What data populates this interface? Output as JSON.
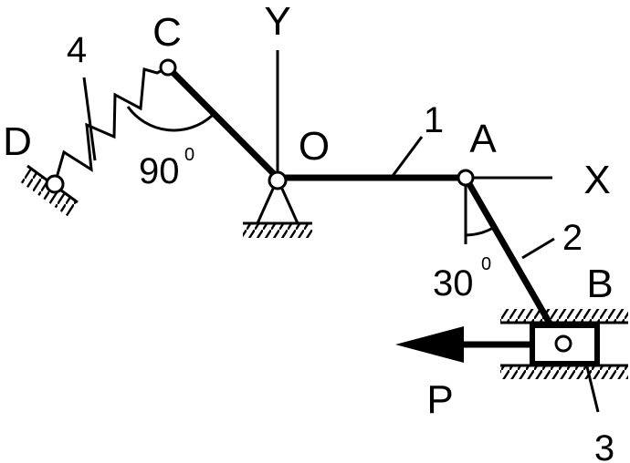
{
  "labels": {
    "y_axis": "Y",
    "x_axis": "X",
    "origin": "O",
    "point_a": "A",
    "point_b": "B",
    "point_c": "C",
    "point_d": "D",
    "link_1": "1",
    "link_2": "2",
    "slider_3": "3",
    "spring_4": "4",
    "force": "P",
    "angle_oc_value": "90",
    "angle_oc_degree": "0",
    "angle_ab_value": "30",
    "angle_ab_degree": "0"
  },
  "colors": {
    "ink": "#000000",
    "background": "#ffffff"
  }
}
